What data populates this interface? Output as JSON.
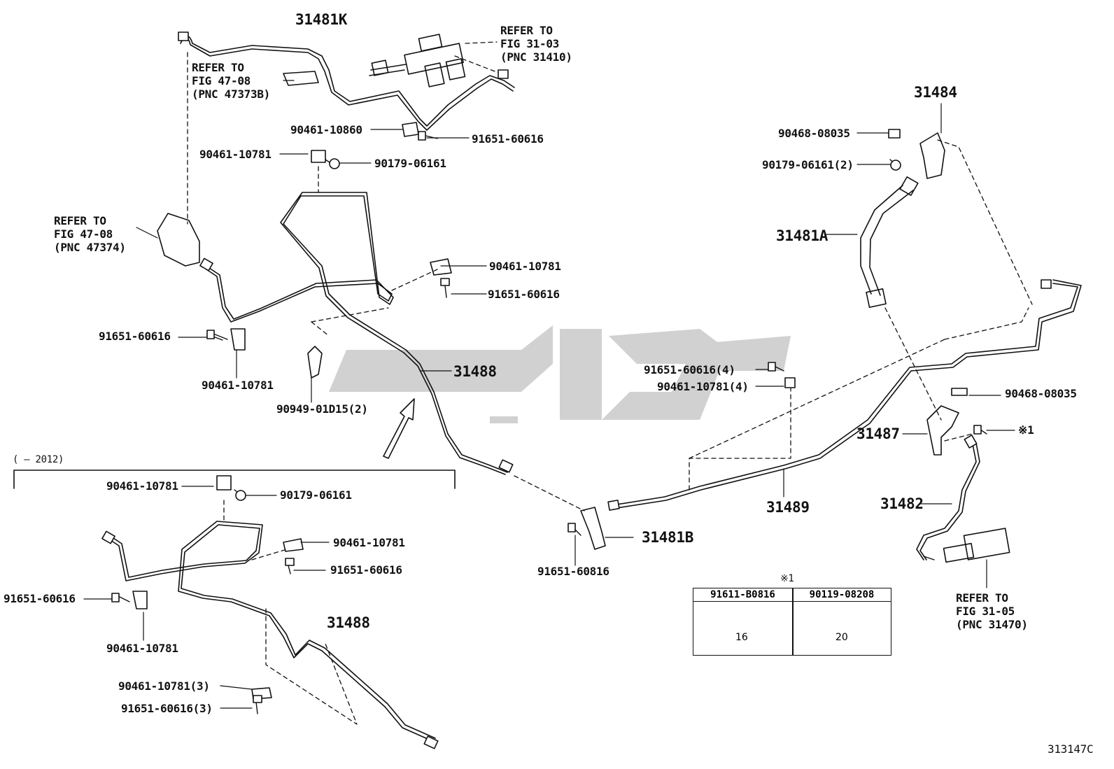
{
  "diagram_id": "313147C",
  "year_range": "(    – 2012)",
  "watermark": "کایوتان",
  "main": {
    "p31481K": "31481K",
    "p31484": "31484",
    "p31481A": "31481A",
    "p31488": "31488",
    "p31489": "31489",
    "p31481B": "31481B",
    "p31487": "31487",
    "p31482": "31482",
    "c90461_10860": "90461-10860",
    "c91651_60616_a": "91651-60616",
    "c90461_10781_a": "90461-10781",
    "c90179_06161_a": "90179-06161",
    "c90461_10781_b": "90461-10781",
    "c91651_60616_b": "91651-60616",
    "c91651_60616_c": "91651-60616",
    "c90461_10781_c": "90461-10781",
    "c90949_01D15": "90949-01D15(2)",
    "c91651_60616_4": "91651-60616(4)",
    "c90461_10781_4": "90461-10781(4)",
    "c90468_08035_a": "90468-08035",
    "c90179_06161_2": "90179-06161(2)",
    "c90468_08035_b": "90468-08035",
    "c91651_60816": "91651-60816",
    "note1_mark": "※1"
  },
  "refs": {
    "r1": [
      "REFER TO",
      "FIG 31-03",
      "(PNC 31410)"
    ],
    "r2": [
      "REFER TO",
      "FIG 47-08",
      "(PNC 47373B)"
    ],
    "r3": [
      "REFER TO",
      "FIG 47-08",
      "(PNC 47374)"
    ],
    "r4": [
      "REFER TO",
      "FIG 31-05",
      "(PNC 31470)"
    ]
  },
  "inset": {
    "c90461_10781_a": "90461-10781",
    "c90179_06161": "90179-06161",
    "c90461_10781_b": "90461-10781",
    "c91651_60616_a": "91651-60616",
    "c91651_60616_b": "91651-60616",
    "c90461_10781_c": "90461-10781",
    "p31488": "31488",
    "c90461_10781_3": "90461-10781(3)",
    "c91651_60616_3": "91651-60616(3)"
  },
  "bolt_table": {
    "note_mark": "※1",
    "col1_part": "91611-B0816",
    "col1_len": "16",
    "col2_part": "90119-08208",
    "col2_len": "20"
  }
}
